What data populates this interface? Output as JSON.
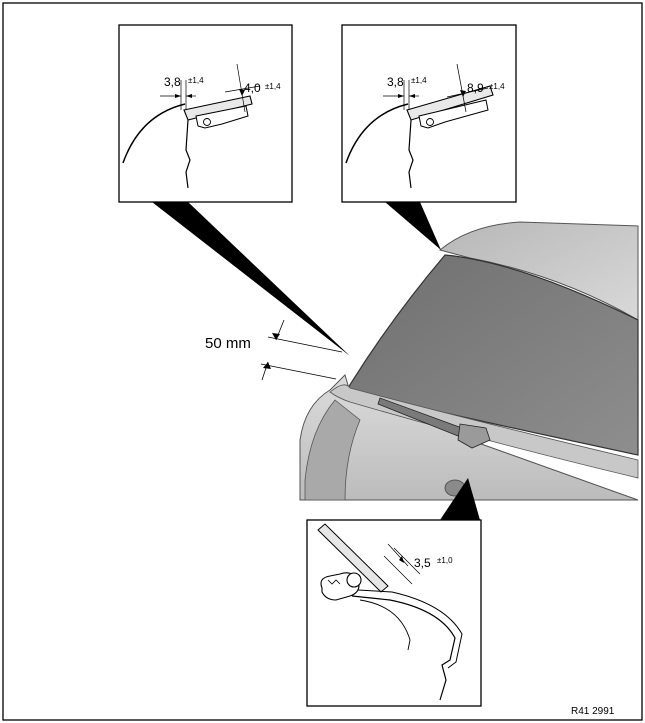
{
  "detail_top_left": {
    "dim_a": "3,8",
    "tol_a": "±1,4",
    "dim_b": "4,0",
    "tol_b": "±1,4"
  },
  "detail_top_right": {
    "dim_a": "3,8",
    "tol_a": "±1,4",
    "dim_b": "8,9",
    "tol_b": "±1,4"
  },
  "detail_bottom": {
    "dim": "3,5",
    "tol": "±1,0"
  },
  "offset_label": "50 mm",
  "figure_ref": "R41 2991"
}
